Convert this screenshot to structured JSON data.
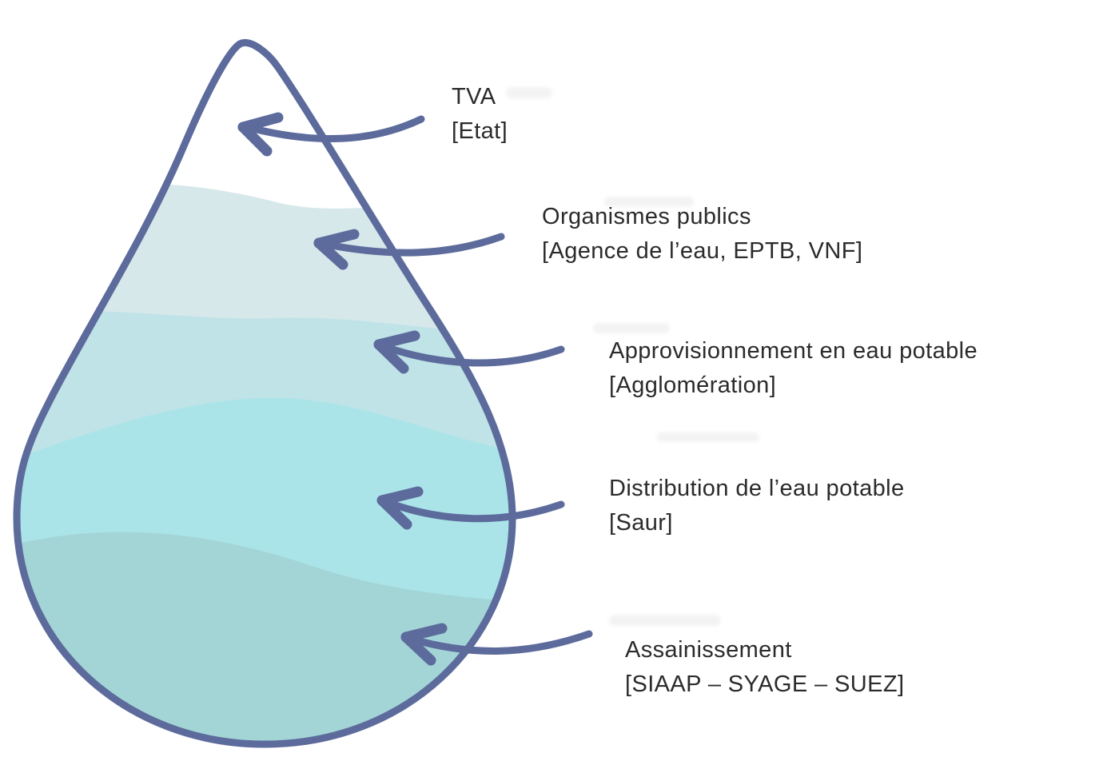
{
  "diagram": {
    "subject": "water-drop-cost-breakdown",
    "background_color": "#ffffff",
    "outline_color": "#5c6b9c",
    "arrow_color": "#5c6b9c",
    "text_color": "#2b2b2b",
    "layers": [
      {
        "id": "tva",
        "label": "TVA",
        "sublabel": "[Etat]",
        "fill_color": "#ffffff"
      },
      {
        "id": "organismes",
        "label": "Organismes publics",
        "sublabel": "[Agence de l’eau, EPTB, VNF]",
        "fill_color": "#d7e8eb"
      },
      {
        "id": "approvisionnement",
        "label": "Approvisionnement en eau potable",
        "sublabel": "[Agglomération]",
        "fill_color": "#bfe3e7"
      },
      {
        "id": "distribution",
        "label": "Distribution de l’eau potable",
        "sublabel": "[Saur]",
        "fill_color": "#abe4e8"
      },
      {
        "id": "assainissement",
        "label": "Assainissement",
        "sublabel": "[SIAAP – SYAGE – SUEZ]",
        "fill_color": "#a3d5d6"
      }
    ]
  }
}
